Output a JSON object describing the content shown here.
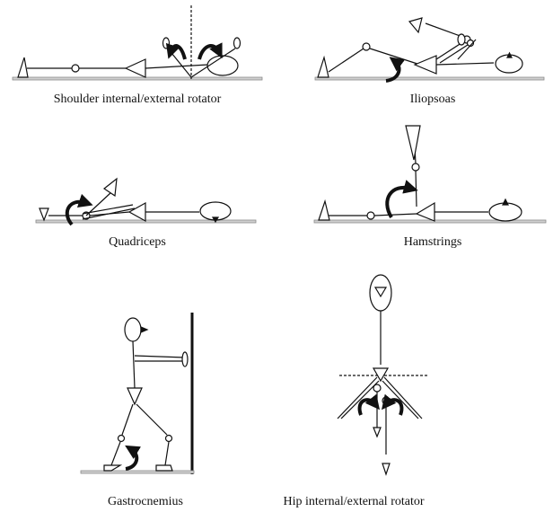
{
  "panels": [
    {
      "caption": "Shoulder internal/external rotator"
    },
    {
      "caption": "Iliopsoas"
    },
    {
      "caption": "Quadriceps"
    },
    {
      "caption": "Hamstrings"
    },
    {
      "caption": "Gastrocnemius"
    },
    {
      "caption": "Hip internal/external rotator"
    }
  ],
  "colors": {
    "ink": "#111111",
    "floor": "#8a8a8a",
    "background": "#ffffff"
  }
}
